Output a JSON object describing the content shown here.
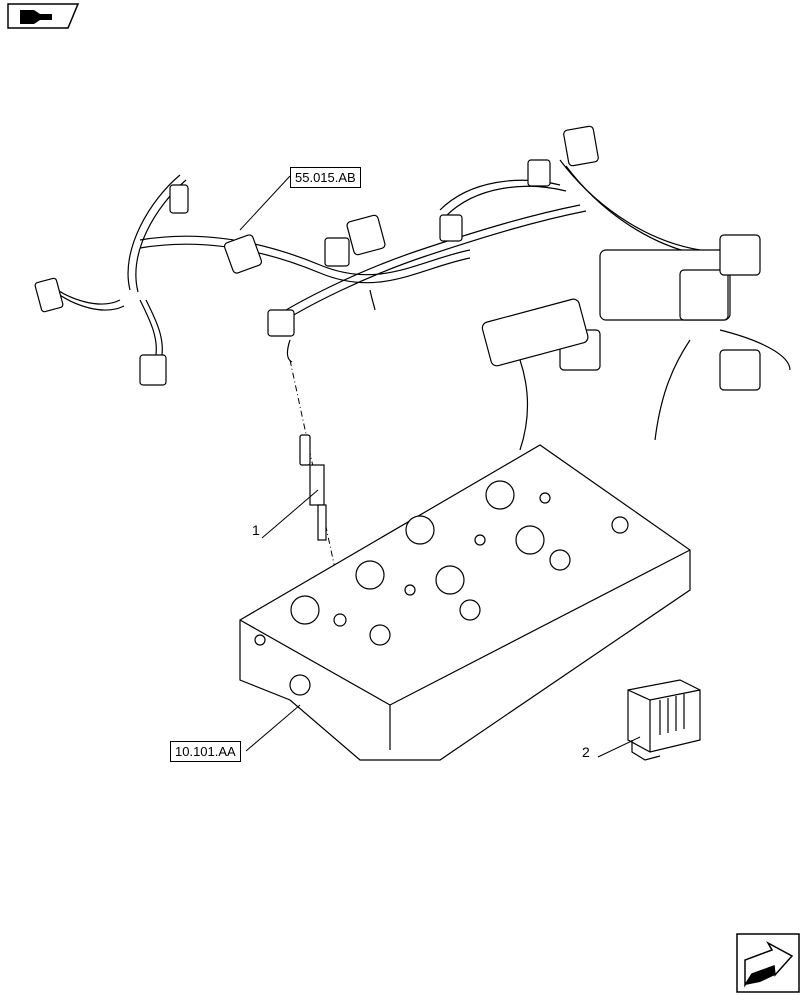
{
  "callouts": {
    "harness_ref": "55.015.AB",
    "cylinder_head_ref": "10.101.AA"
  },
  "items": [
    {
      "number": "1"
    },
    {
      "number": "2"
    }
  ],
  "icons": {
    "top_left": "book-arrow-icon",
    "bottom_right": "next-page-arrow-icon"
  },
  "colors": {
    "line": "#000000",
    "background": "#ffffff"
  }
}
